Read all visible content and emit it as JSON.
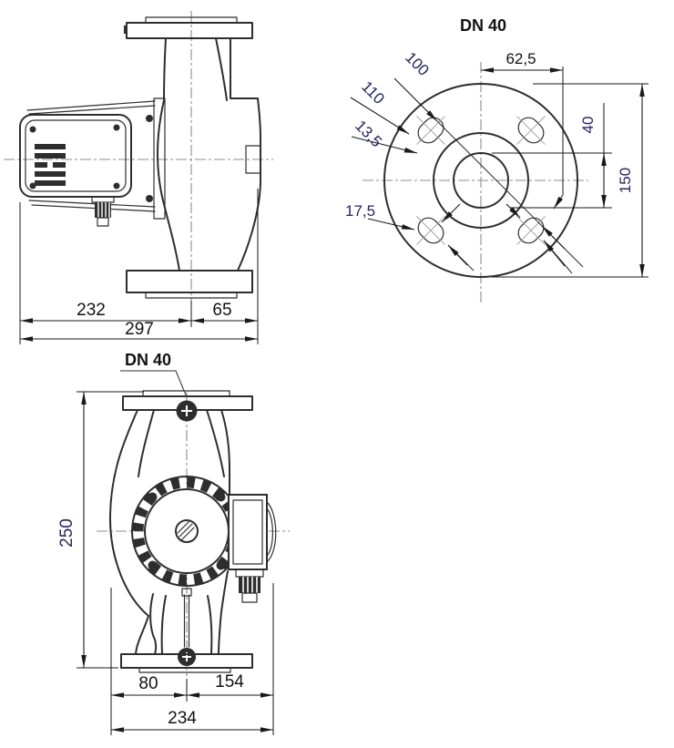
{
  "page": {
    "background": "#ffffff"
  },
  "colors": {
    "outline": "#2e2e2e",
    "dimension_lines": "#1a1a1a",
    "centerlines": "#8c8c8c",
    "label_text": "#121216",
    "rotated_label_text": "#24245e"
  },
  "side_view": {
    "dim_left_segment": "232",
    "dim_right_segment": "65",
    "dim_total_length": "297"
  },
  "flange_view": {
    "title": "DN 40",
    "dim_top_offset": "62,5",
    "dim_diag_100": "100",
    "dim_diag_110": "110",
    "dim_diag_13_5": "13,5",
    "dim_hole_17_5": "17,5",
    "dim_bore": "40",
    "dim_flange_height": "150"
  },
  "front_view": {
    "title": "DN 40",
    "dim_height": "250",
    "dim_left_segment": "80",
    "dim_right_segment": "154",
    "dim_total_width": "234"
  }
}
